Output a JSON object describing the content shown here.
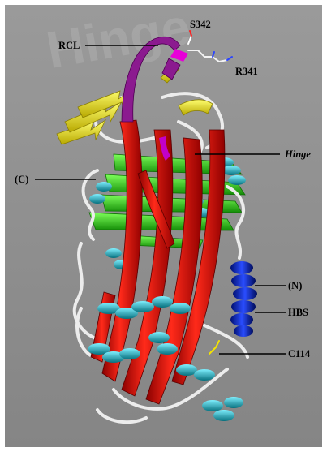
{
  "figure": {
    "background_color": "#8f8f8f",
    "frame_color": "#ffffff",
    "watermark_text": "Hinge",
    "labels": {
      "s342": "S342",
      "rcl": "RCL",
      "r341": "R341",
      "hinge": "Hinge",
      "c_term": "(C)",
      "n_term": "(N)",
      "hbs": "HBS",
      "c114": "C114"
    },
    "colors": {
      "rcl_loop": "#8b1a8f",
      "strand_red": "#e01010",
      "strand_red_dark": "#7a0000",
      "sheet_green": "#22ee11",
      "sheet_yellow": "#f5e400",
      "helix_cyan": "#10b8cc",
      "helix_blue": "#0a1aa8",
      "coil_white": "#e8e8e8",
      "magenta": "#e800d8"
    }
  }
}
